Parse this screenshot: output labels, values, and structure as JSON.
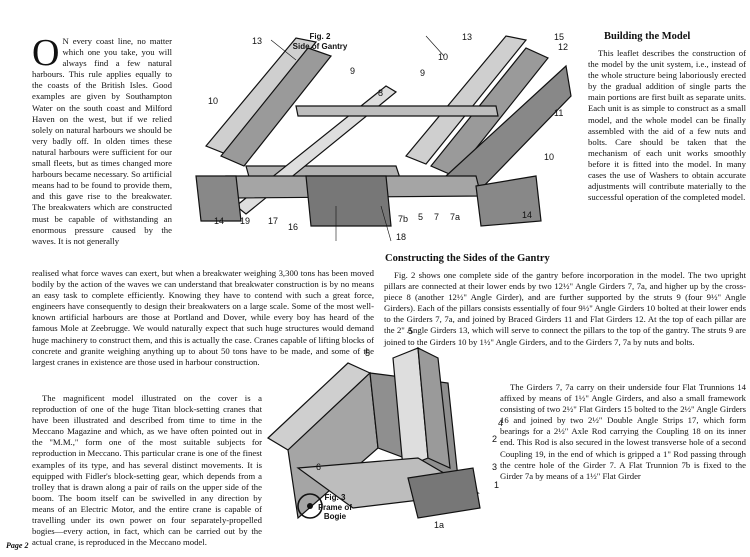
{
  "intro_para": "ON every coast line, no matter which one you take, you will always find a few natural harbours. This rule applies equally to the coasts of the British Isles. Good examples are given by Southampton Water on the south coast and Milford Haven on the west, but if we relied solely on natural harbours we should be very badly off. In olden times these natural harbours were sufficient for our small fleets, but as times changed more harbours became necessary. So artificial means had to be found to provide them, and this gave rise to the breakwater. The breakwaters which are constructed must be capable of withstanding an enormous pressure caused by the waves. It is not generally",
  "intro_cont": "realised what force waves can exert, but when a breakwater weighing 3,300 tons has been moved bodily by the action of the waves we can understand that breakwater construction is by no means an easy task to complete efficiently. Knowing they have to contend with such a great force, engineers have consequently to design their breakwaters on a large scale. Some of the most well-known artificial harbours are those at Portland and Dover, while every boy has heard of the famous Mole at Zeebrugge. We would naturally expect that such huge structures would demand huge machinery to construct them, and this is actually the case. Cranes capable of lifting blocks of concrete and granite weighing anything up to about 50 tons have to be made, and some of the largest cranes in existence are those used in harbour construction.",
  "para_magnificent": "The magnificent model illustrated on the cover is a reproduction of one of the huge Titan block-setting cranes that have been illustrated and described from time to time in the Meccano Magazine and which, as we have often pointed out in the \"M.M.,\" form one of the most suitable subjects for reproduction in Meccano. This particular crane is one of the finest examples of its type, and has several distinct movements. It is equipped with Fidler's block-setting gear, which depends from a trolley that is drawn along a pair of rails on the upper side of the boom. The boom itself can be swivelled in any direction by means of an Electric Motor, and the entire crane is capable of travelling under its own power on four separately-propelled bogies—every action, in fact, which can be carried out by the actual crane, is reproduced in the Meccano model.",
  "fig2_caption_line1": "Fig. 2",
  "fig2_caption_line2": "Side of Gantry",
  "fig3_caption_line1": "Fig. 3",
  "fig3_caption_line2": "Frame of",
  "fig3_caption_line3": "Bogie",
  "heading_building": "Building the Model",
  "para_building": "This leaflet describes the construction of the model by the unit system, i.e., instead of the whole structure being laboriously erected by the gradual addition of single parts the main portions are first built as separate units. Each unit is as simple to construct as a small model, and the whole model can be finally assembled with the aid of a few nuts and bolts. Care should be taken that the mechanism of each unit works smoothly before it is fitted into the model. In many cases the use of Washers to obtain accurate adjustments will contribute materially to the successful operation of the completed model.",
  "heading_gantry": "Constructing the Sides of the Gantry",
  "para_gantry": "Fig. 2 shows one complete side of the gantry before incorporation in the model. The two upright pillars are connected at their lower ends by two 12½\" Angle Girders 7, 7a, and higher up by the cross-piece 8 (another 12½\" Angle Girder), and are further supported by the struts 9 (four 9½\" Angle Girders). Each of the pillars consists essentially of four 9½\" Angle Girders 10 bolted at their lower ends to the Girders 7, 7a, and joined by Braced Girders 11 and Flat Girders 12. At the top of each pillar are the 2\" Angle Girders 13, which will serve to connect the pillars to the top of the gantry. The struts 9 are joined to the Girders 10 by 1½\" Angle Girders, and to the Girders 7, 7a by nuts and bolts.",
  "para_girders": "The Girders 7, 7a carry on their underside four Flat Trunnions 14 affixed by means of 1½\" Angle Girders, and also a small framework consisting of two 2½\" Flat Girders 15 bolted to the 2½\" Angle Girders 16 and joined by two 2½\" Double Angle Strips 17, which form bearings for a 2½\" Axle Rod carrying the Coupling 18 on its inner end. This Rod is also secured in the lowest transverse hole of a second Coupling 19, in the end of which is gripped a 1\" Rod passing through the centre hole of the Girder 7. A Flat Trunnion 7b is fixed to the Girder 7a by means of a 1½\" Flat Girder",
  "fig2_labels": [
    "13",
    "13",
    "15",
    "12",
    "10",
    "9",
    "9",
    "8",
    "10",
    "11",
    "10",
    "14",
    "19",
    "17",
    "16",
    "18",
    "7b",
    "5",
    "7",
    "7a",
    "14"
  ],
  "fig3_labels": [
    "5",
    "5",
    "4",
    "2",
    "3",
    "1",
    "6",
    "1a"
  ],
  "page_number": "Page 2"
}
